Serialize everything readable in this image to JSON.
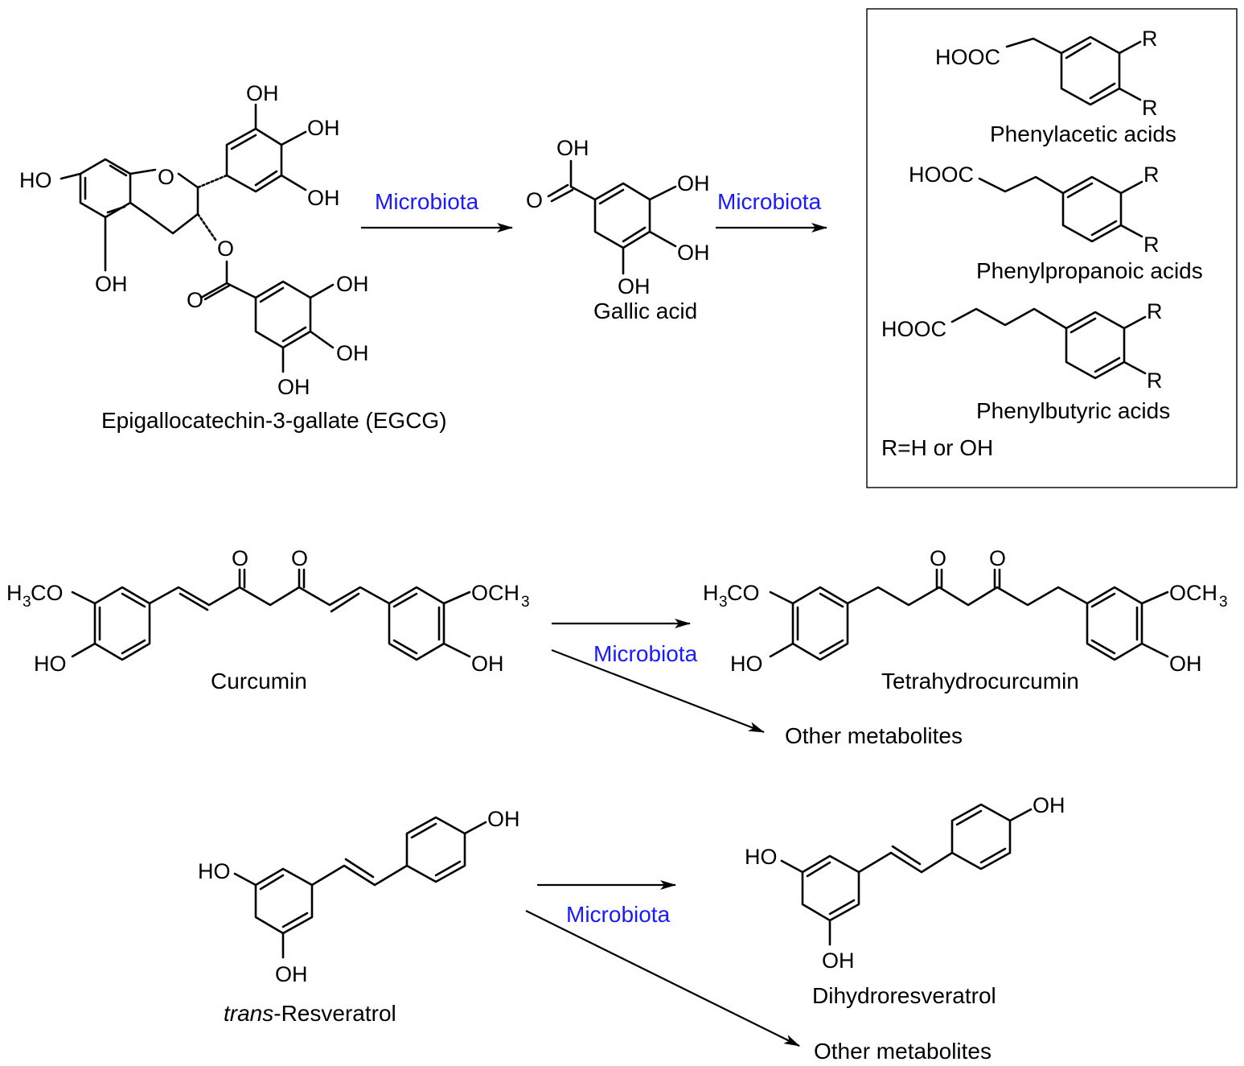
{
  "colors": {
    "microbiota": "#1a1aff",
    "ink": "#000000",
    "background": "#ffffff"
  },
  "egcg": {
    "name": "Epigallocatechin-3-gallate (EGCG)",
    "atoms": {
      "ho_left": "HO",
      "oh_bottom": "OH",
      "oh_top": "OH",
      "oh_right_top": "OH",
      "oh_right_bottom": "OH",
      "o_ring": "O",
      "o_ester": "O",
      "o_carbonyl": "O",
      "oh_g1": "OH",
      "oh_g2": "OH",
      "oh_g3": "OH"
    }
  },
  "gallic": {
    "name": "Gallic acid",
    "atoms": {
      "oh_acid": "OH",
      "o_carbonyl": "O",
      "oh1": "OH",
      "oh2": "OH",
      "oh3": "OH"
    }
  },
  "box": {
    "items": [
      {
        "name": "Phenylacetic acids",
        "hooc": "HOOC",
        "r1": "R",
        "r2": "R"
      },
      {
        "name": "Phenylpropanoic acids",
        "hooc": "HOOC",
        "r1": "R",
        "r2": "R"
      },
      {
        "name": "Phenylbutyric acids",
        "hooc": "HOOC",
        "r1": "R",
        "r2": "R"
      }
    ],
    "note": "R=H or OH"
  },
  "curcumin": {
    "name": "Curcumin",
    "atoms": {
      "h": "H",
      "h_sub": "3",
      "co": "CO",
      "och": "OCH",
      "ch3_sub": "3",
      "ho": "HO",
      "oh": "OH",
      "o1": "O",
      "o2": "O"
    }
  },
  "thc": {
    "name": "Tetrahydrocurcumin",
    "atoms": {
      "h": "H",
      "h_sub": "3",
      "co": "CO",
      "och": "OCH",
      "ch3_sub": "3",
      "ho": "HO",
      "oh": "OH",
      "o1": "O",
      "o2": "O"
    }
  },
  "resveratrol": {
    "name_italic": "trans",
    "name_rest": "-Resveratrol",
    "atoms": {
      "oh_top": "OH",
      "ho": "HO",
      "oh_bottom": "OH"
    }
  },
  "dihydro": {
    "name": "Dihydroresveratrol",
    "atoms": {
      "oh_top": "OH",
      "ho": "HO",
      "oh_bottom": "OH"
    }
  },
  "arrows": {
    "microbiota_1": "Microbiota",
    "microbiota_2": "Microbiota",
    "microbiota_3": "Microbiota",
    "microbiota_4": "Microbiota",
    "other_1": "Other metabolites",
    "other_2": "Other metabolites"
  }
}
